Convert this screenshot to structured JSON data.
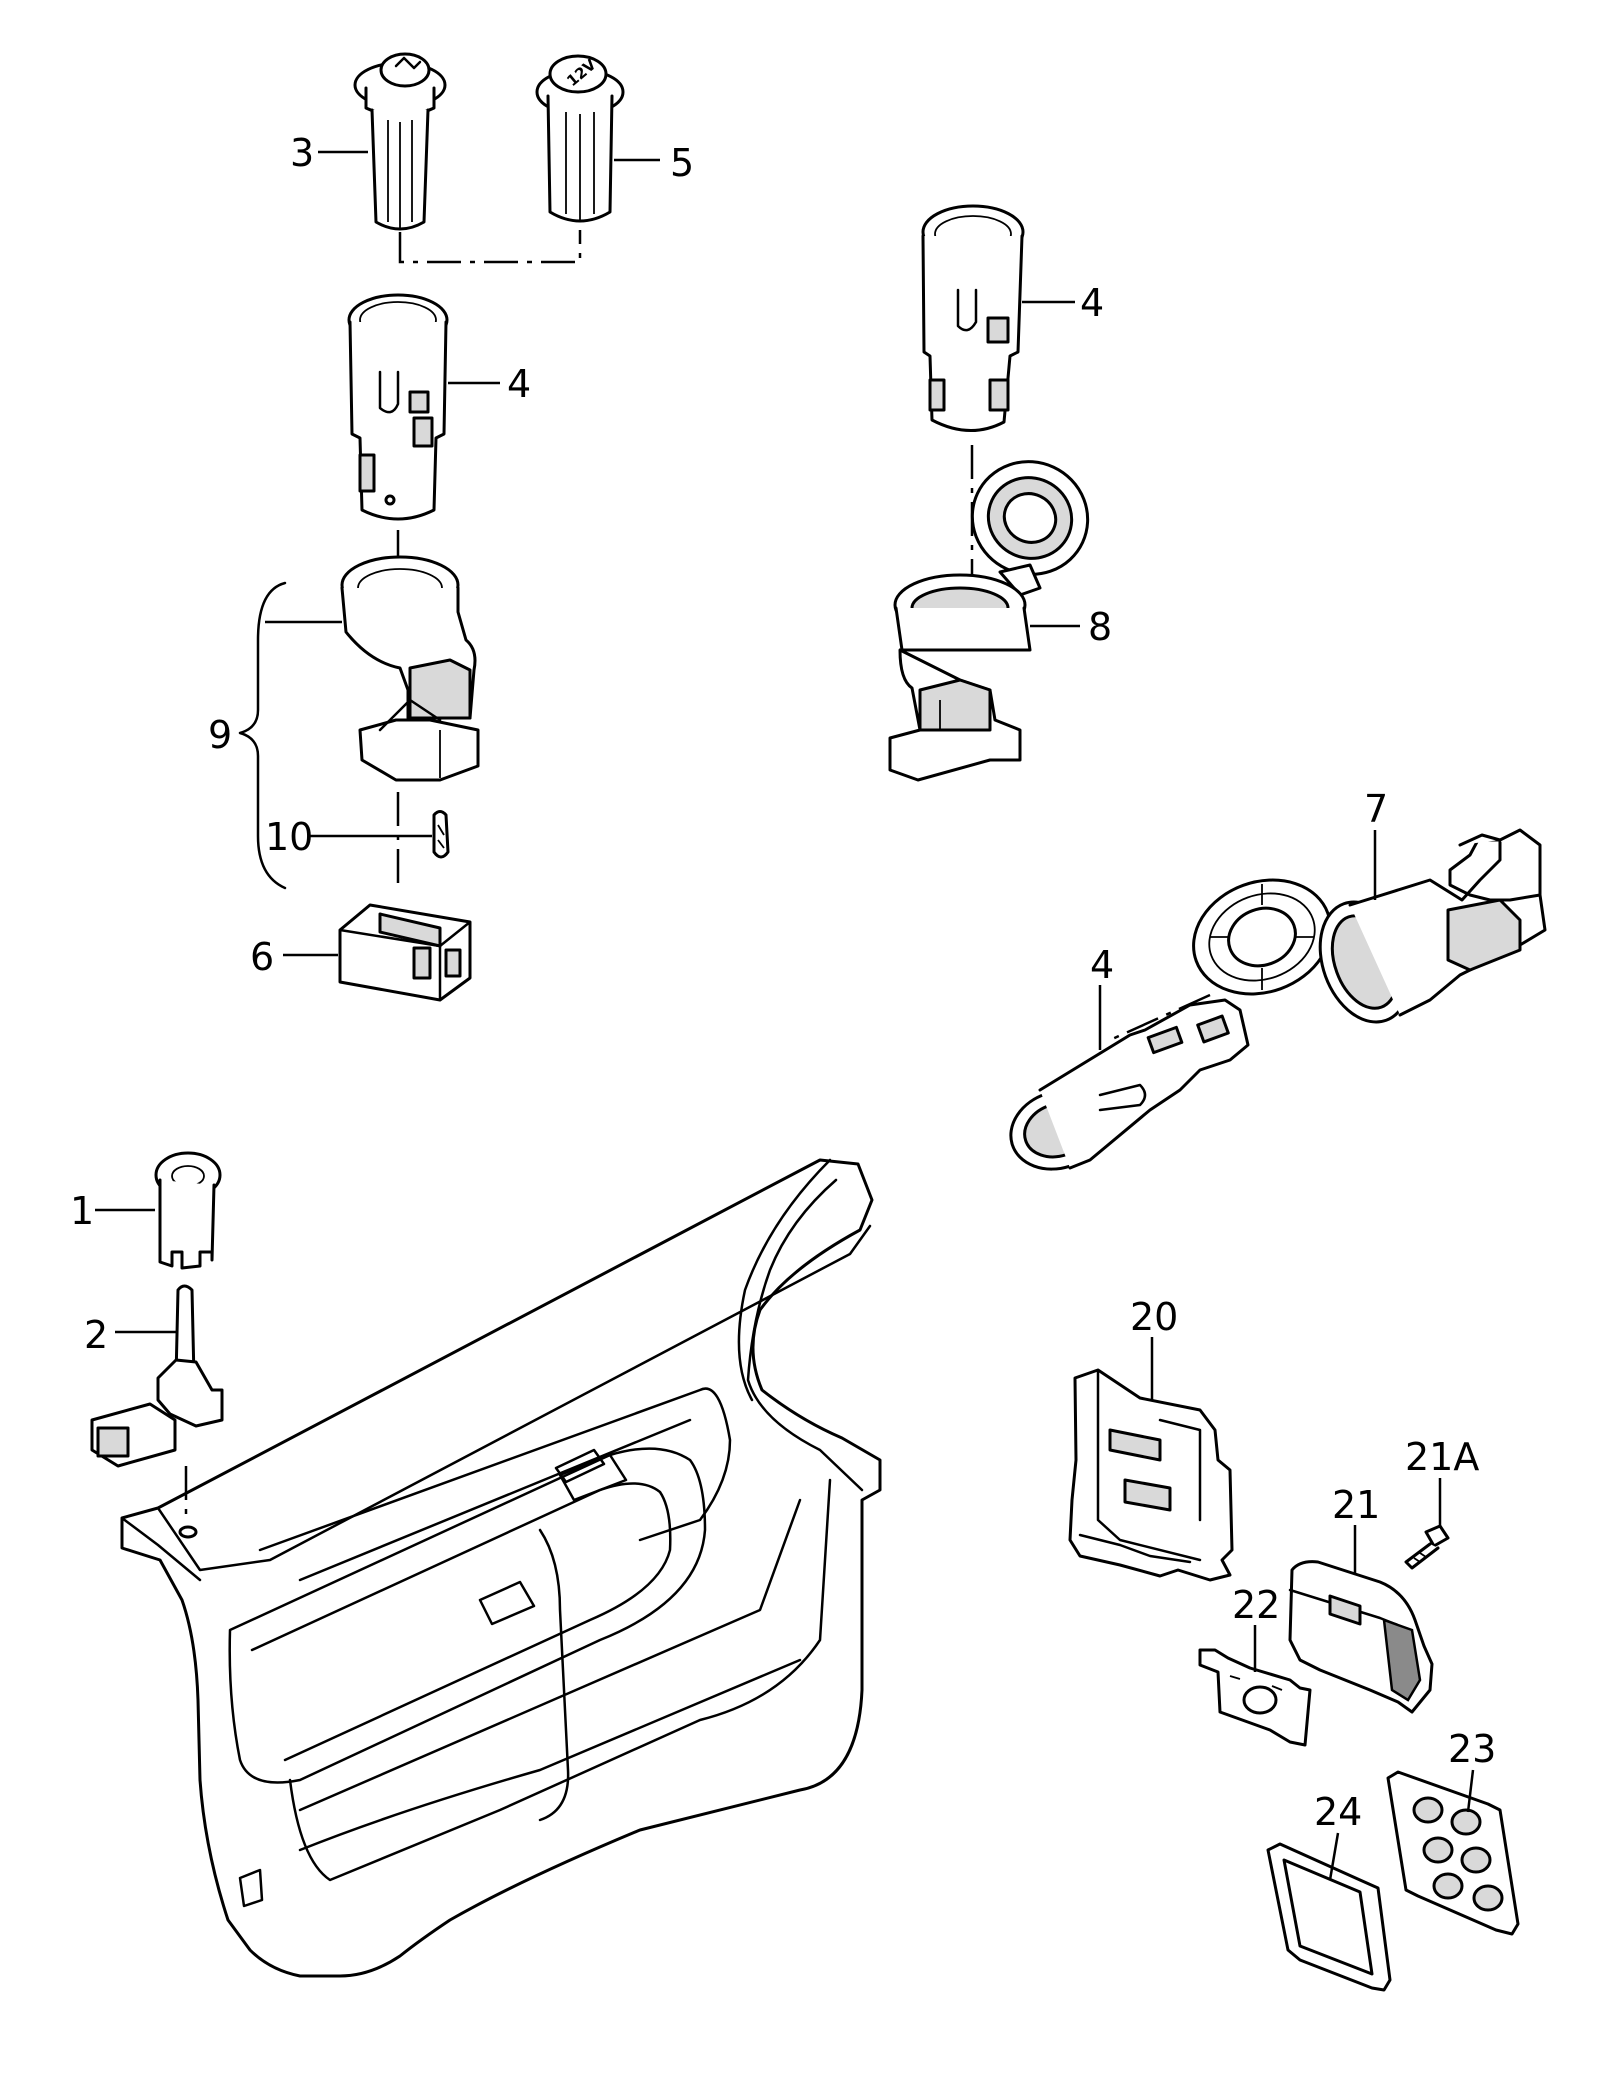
{
  "callouts": {
    "c1": "1",
    "c2": "2",
    "c3": "3",
    "c4": "4",
    "c5": "5",
    "c6": "6",
    "c7": "7",
    "c8": "8",
    "c9": "9",
    "c10": "10",
    "c20": "20",
    "c21": "21",
    "c21a": "21A",
    "c22": "22",
    "c23": "23",
    "c24": "24"
  },
  "embossed": {
    "socket_5": "12V"
  }
}
